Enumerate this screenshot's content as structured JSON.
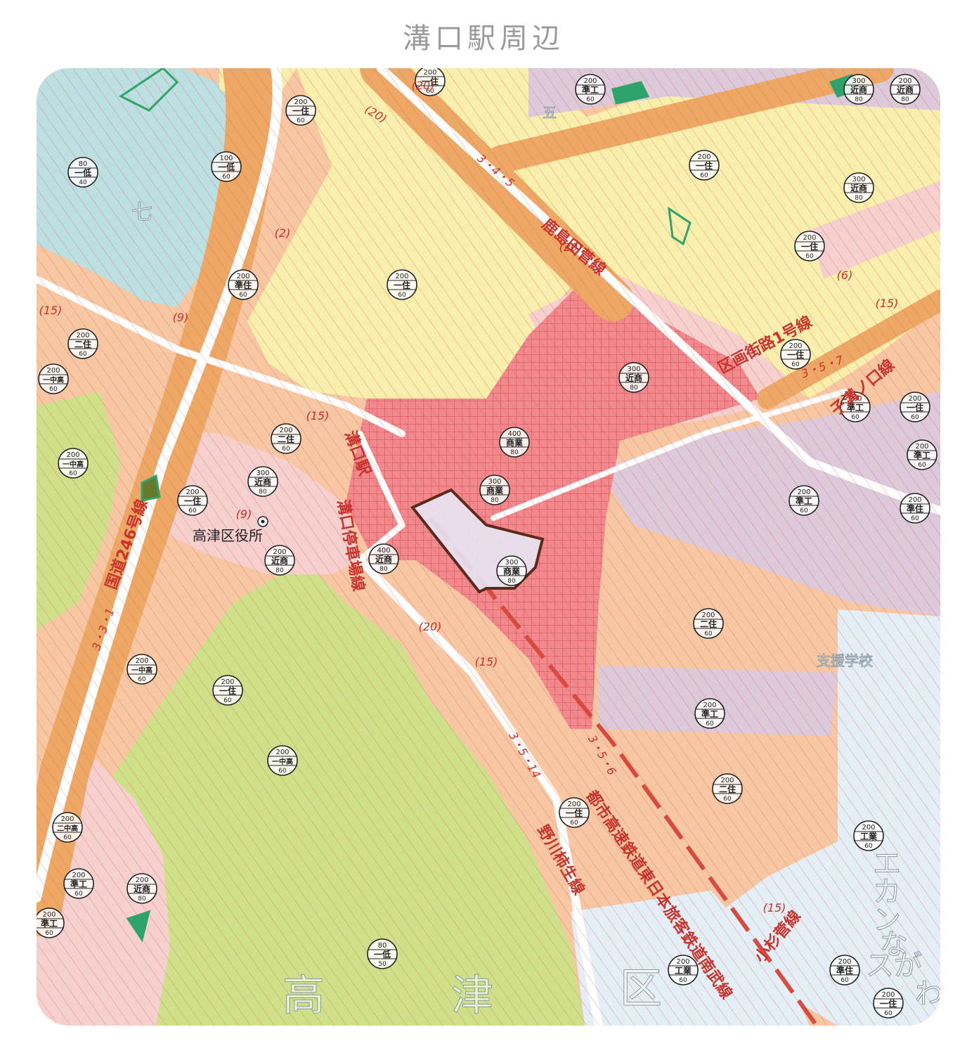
{
  "title": "溝口駅周辺",
  "landmark": {
    "label": "高津区役所"
  },
  "colors": {
    "low_residential": "#bcdfe2",
    "mid_high_residential": "#cfe08a",
    "residential_1": "#f8efad",
    "residential_2": "#f6c7a2",
    "quasi_residential": "#fad2c3",
    "neighborhood_commercial": "#f6cfcf",
    "commercial": "#f08a8e",
    "quasi_industrial": "#dcc9d9",
    "industrial": "#e3eef6",
    "road": "#eea866",
    "hatch": "#e35d4b",
    "green": "#2ea36b"
  },
  "zone_markers": [
    {
      "top": "200",
      "mid": "一住",
      "bot": "60"
    },
    {
      "top": "80",
      "mid": "一低",
      "bot": "40"
    },
    {
      "top": "100",
      "mid": "一低",
      "bot": "60"
    },
    {
      "top": "200",
      "mid": "一住",
      "bot": "60"
    },
    {
      "top": "200",
      "mid": "準工",
      "bot": "60"
    },
    {
      "top": "300",
      "mid": "近商",
      "bot": "80"
    },
    {
      "top": "200",
      "mid": "近商",
      "bot": "80"
    },
    {
      "top": "200",
      "mid": "一住",
      "bot": "60"
    },
    {
      "top": "300",
      "mid": "近商",
      "bot": "80"
    },
    {
      "top": "200",
      "mid": "準住",
      "bot": "60"
    },
    {
      "top": "200",
      "mid": "一住",
      "bot": "60"
    },
    {
      "top": "200",
      "mid": "一住",
      "bot": "60"
    },
    {
      "top": "200",
      "mid": "二住",
      "bot": "60"
    },
    {
      "top": "200",
      "mid": "一中高",
      "bot": "60"
    },
    {
      "top": "200",
      "mid": "一住",
      "bot": "60"
    },
    {
      "top": "300",
      "mid": "近商",
      "bot": "80"
    },
    {
      "top": "200",
      "mid": "準工",
      "bot": "60"
    },
    {
      "top": "200",
      "mid": "一住",
      "bot": "60"
    },
    {
      "top": "200",
      "mid": "一中高",
      "bot": "60"
    },
    {
      "top": "200",
      "mid": "二住",
      "bot": "60"
    },
    {
      "top": "400",
      "mid": "商業",
      "bot": "80"
    },
    {
      "top": "200",
      "mid": "準工",
      "bot": "60"
    },
    {
      "top": "300",
      "mid": "近商",
      "bot": "80"
    },
    {
      "top": "300",
      "mid": "商業",
      "bot": "80"
    },
    {
      "top": "200",
      "mid": "一住",
      "bot": "60"
    },
    {
      "top": "200",
      "mid": "準工",
      "bot": "60"
    },
    {
      "top": "200",
      "mid": "準住",
      "bot": "60"
    },
    {
      "top": "400",
      "mid": "近商",
      "bot": "80"
    },
    {
      "top": "200",
      "mid": "近商",
      "bot": "80"
    },
    {
      "top": "300",
      "mid": "商業",
      "bot": "80"
    },
    {
      "top": "200",
      "mid": "二住",
      "bot": "60"
    },
    {
      "top": "200",
      "mid": "一中高",
      "bot": "60"
    },
    {
      "top": "200",
      "mid": "一住",
      "bot": "60"
    },
    {
      "top": "200",
      "mid": "準工",
      "bot": "60"
    },
    {
      "top": "200",
      "mid": "一中高",
      "bot": "60"
    },
    {
      "top": "200",
      "mid": "二住",
      "bot": "60"
    },
    {
      "top": "200",
      "mid": "一住",
      "bot": "60"
    },
    {
      "top": "200",
      "mid": "二中高",
      "bot": "60"
    },
    {
      "top": "200",
      "mid": "工業",
      "bot": "60"
    },
    {
      "top": "200",
      "mid": "準工",
      "bot": "60"
    },
    {
      "top": "200",
      "mid": "近商",
      "bot": "80"
    },
    {
      "top": "200",
      "mid": "準工",
      "bot": "60"
    },
    {
      "top": "80",
      "mid": "一低",
      "bot": "50"
    },
    {
      "top": "200",
      "mid": "工業",
      "bot": "60"
    },
    {
      "top": "200",
      "mid": "準住",
      "bot": "60"
    },
    {
      "top": "200",
      "mid": "一住",
      "bot": "60"
    }
  ],
  "road_labels": [
    {
      "text": "鹿島田菅線"
    },
    {
      "text": "区画街路1号線"
    },
    {
      "text": "子溝ノ口線"
    },
    {
      "text": "国道246号線"
    },
    {
      "text": "野川柿生線"
    },
    {
      "text": "都市高速鉄道東日本旅客鉄道南武線"
    },
    {
      "text": "小杉菅線"
    },
    {
      "text": "溝口停車場線"
    },
    {
      "text": "溝口駅"
    }
  ],
  "numeric_labels": [
    {
      "text": "(20)"
    },
    {
      "text": "(20)"
    },
    {
      "text": "(2)"
    },
    {
      "text": "(6)"
    },
    {
      "text": "(15)"
    },
    {
      "text": "(9)"
    },
    {
      "text": "(15)"
    },
    {
      "text": "(15)"
    },
    {
      "text": "(9)"
    },
    {
      "text": "(20)"
    },
    {
      "text": "(15)"
    },
    {
      "text": "(15)"
    },
    {
      "text": "(20)"
    },
    {
      "text": "3・4・5"
    },
    {
      "text": "3・5・7"
    },
    {
      "text": "3・3・1"
    },
    {
      "text": "3・5・14"
    },
    {
      "text": "3・5・6"
    }
  ],
  "place_names": [
    {
      "text": "高"
    },
    {
      "text": "津"
    },
    {
      "text": "区"
    },
    {
      "text": "七"
    },
    {
      "text": "五"
    },
    {
      "text": "支援学校"
    },
    {
      "text": "エ"
    },
    {
      "text": "カ"
    },
    {
      "text": "ン"
    },
    {
      "text": "な"
    },
    {
      "text": "ス"
    },
    {
      "text": "が"
    },
    {
      "text": "わ"
    }
  ]
}
